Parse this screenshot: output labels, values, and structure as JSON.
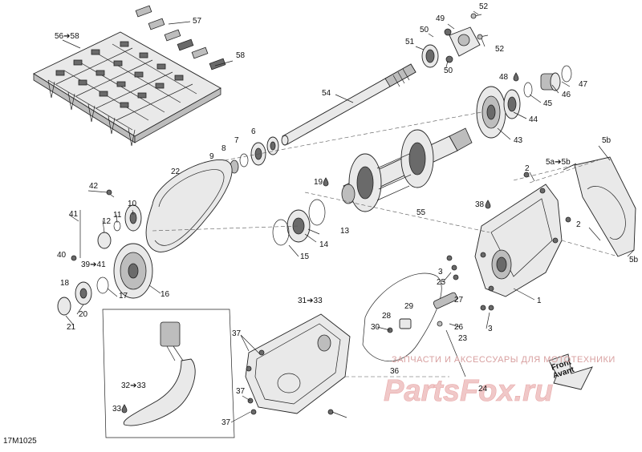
{
  "callouts": [
    {
      "id": "c52a",
      "text": "52"
    },
    {
      "id": "c49",
      "text": "49"
    },
    {
      "id": "c50a",
      "text": "50"
    },
    {
      "id": "c51",
      "text": "51"
    },
    {
      "id": "c52b",
      "text": "52"
    },
    {
      "id": "c50b",
      "text": "50"
    },
    {
      "id": "c57",
      "text": "57"
    },
    {
      "id": "c5658",
      "text": "56➔58"
    },
    {
      "id": "c58",
      "text": "58"
    },
    {
      "id": "c54",
      "text": "54"
    },
    {
      "id": "c48",
      "text": "48"
    },
    {
      "id": "c47",
      "text": "47"
    },
    {
      "id": "c46",
      "text": "46"
    },
    {
      "id": "c45",
      "text": "45"
    },
    {
      "id": "c44",
      "text": "44"
    },
    {
      "id": "c43",
      "text": "43"
    },
    {
      "id": "c6",
      "text": "6"
    },
    {
      "id": "c7",
      "text": "7"
    },
    {
      "id": "c8",
      "text": "8"
    },
    {
      "id": "c9",
      "text": "9"
    },
    {
      "id": "c22",
      "text": "22"
    },
    {
      "id": "c19",
      "text": "19"
    },
    {
      "id": "c55",
      "text": "55"
    },
    {
      "id": "c2a",
      "text": "2"
    },
    {
      "id": "c5a5b",
      "text": "5a➔5b"
    },
    {
      "id": "c5ba",
      "text": "5b"
    },
    {
      "id": "c38",
      "text": "38"
    },
    {
      "id": "c2b",
      "text": "2"
    },
    {
      "id": "c5bb",
      "text": "5b"
    },
    {
      "id": "c42",
      "text": "42"
    },
    {
      "id": "c10",
      "text": "10"
    },
    {
      "id": "c41",
      "text": "41"
    },
    {
      "id": "c11",
      "text": "11"
    },
    {
      "id": "c12",
      "text": "12"
    },
    {
      "id": "c13",
      "text": "13"
    },
    {
      "id": "c14",
      "text": "14"
    },
    {
      "id": "c15",
      "text": "15"
    },
    {
      "id": "c40",
      "text": "40"
    },
    {
      "id": "c3941",
      "text": "39➔41"
    },
    {
      "id": "c18",
      "text": "18"
    },
    {
      "id": "c16",
      "text": "16"
    },
    {
      "id": "c17",
      "text": "17"
    },
    {
      "id": "c20",
      "text": "20"
    },
    {
      "id": "c21",
      "text": "21"
    },
    {
      "id": "c3a",
      "text": "3"
    },
    {
      "id": "c25",
      "text": "25"
    },
    {
      "id": "c1",
      "text": "1"
    },
    {
      "id": "c3b",
      "text": "3"
    },
    {
      "id": "c3133",
      "text": "31➔33"
    },
    {
      "id": "c28",
      "text": "28"
    },
    {
      "id": "c29",
      "text": "29"
    },
    {
      "id": "c27",
      "text": "27"
    },
    {
      "id": "c26",
      "text": "26"
    },
    {
      "id": "c30",
      "text": "30"
    },
    {
      "id": "c23",
      "text": "23"
    },
    {
      "id": "c37a",
      "text": "37"
    },
    {
      "id": "c36",
      "text": "36"
    },
    {
      "id": "c24",
      "text": "24"
    },
    {
      "id": "c3233",
      "text": "32➔33"
    },
    {
      "id": "c33",
      "text": "33"
    },
    {
      "id": "c37b",
      "text": "37"
    },
    {
      "id": "c37c",
      "text": "37"
    }
  ],
  "drop_icon": "drop-icon",
  "front_label": {
    "line1": "Front",
    "line2": "Avant"
  },
  "figure_code": "17M1025",
  "watermark": {
    "subtitle": "ЗАПЧАСТИ И АКСЕССУАРЫ ДЛЯ МОТОТЕХНИКИ",
    "logo": "PartsFox.ru"
  },
  "colors": {
    "line": "#222222",
    "part_fill": "#e9e9e9",
    "watermark": "#e8a8a8"
  }
}
